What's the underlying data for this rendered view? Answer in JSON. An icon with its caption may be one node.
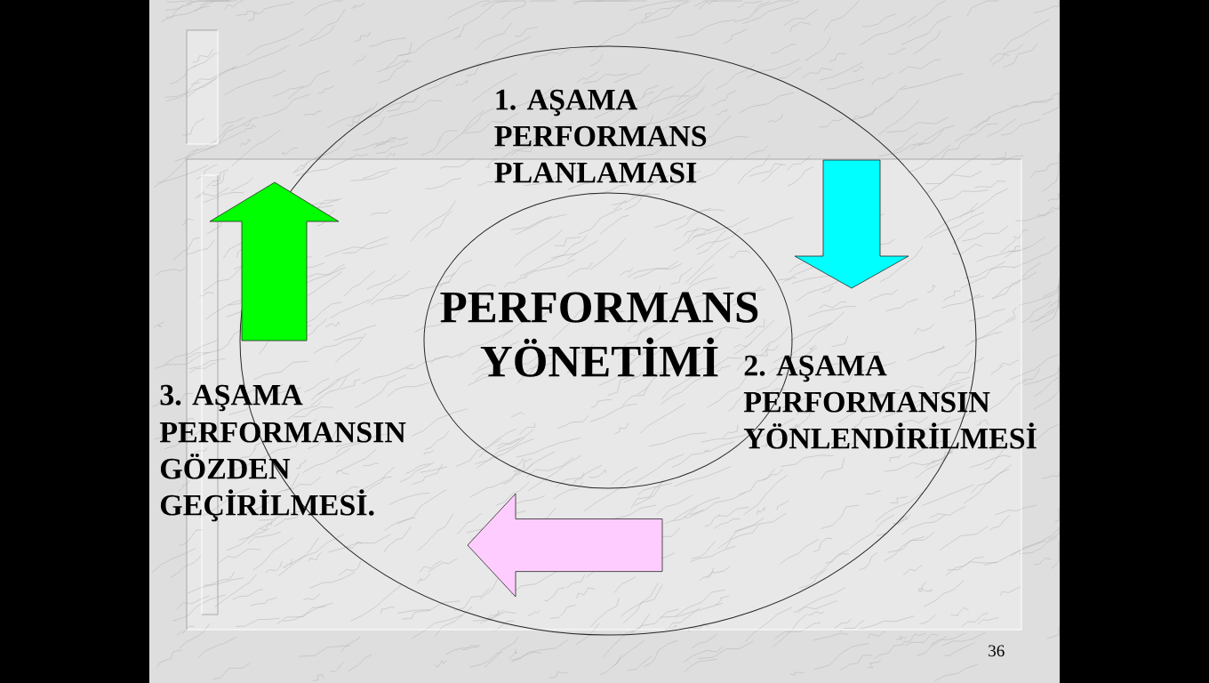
{
  "diagram": {
    "nodes": [
      {
        "text": [],
        "shape": "ellipse"
      },
      {
        "text": [
          "1. AŞAMA",
          "PERFORMANS PLANLAMASI"
        ],
        "in": 0
      },
      {
        "text": [
          "PERFORMANS YÖNETİMİ"
        ],
        "in": 0
      },
      {
        "text": [
          "2. AŞAMA",
          "PERFORMANSIN YÖNLENDİRİLMESİ"
        ]
      },
      {
        "text": [
          "3. AŞAMA",
          "PERFORMANSIN GÖZDEN GEÇİRİLMESİ."
        ]
      }
    ],
    "labels": [
      "36"
    ]
  }
}
